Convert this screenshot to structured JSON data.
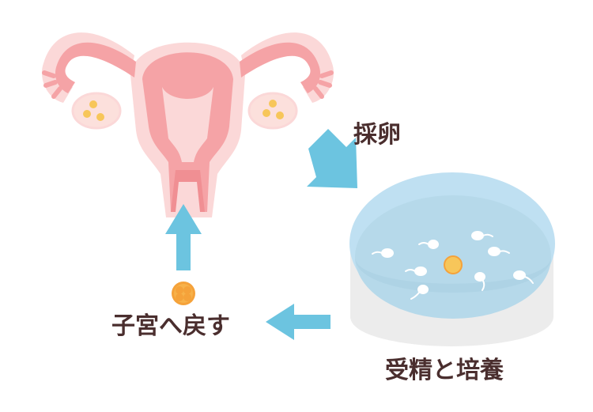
{
  "labels": {
    "egg_retrieval": "採卵",
    "fertilization_culture": "受精と培養",
    "return_to_uterus": "子宮へ戻す"
  },
  "icons": {
    "uterus": "uterus-icon",
    "ovary": "ovary-icon",
    "petri_dish": "petri-dish-icon",
    "sperm": "sperm-icon",
    "egg": "egg-icon",
    "embryo": "embryo-icon",
    "arrow": "arrow-icon"
  },
  "colors": {
    "uterus_light": "#fbd8d8",
    "uterus_mid": "#f5a3a6",
    "uterus_dark": "#f08f93",
    "ovary": "#fce0dc",
    "follicle": "#f7c65a",
    "arrow": "#6cc4e0",
    "dish_rim": "#bfe0f2",
    "dish_water": "#b6d9ea",
    "dish_side": "#ececec",
    "embryo": "#f5a23a",
    "text": "#4a2e2e"
  }
}
